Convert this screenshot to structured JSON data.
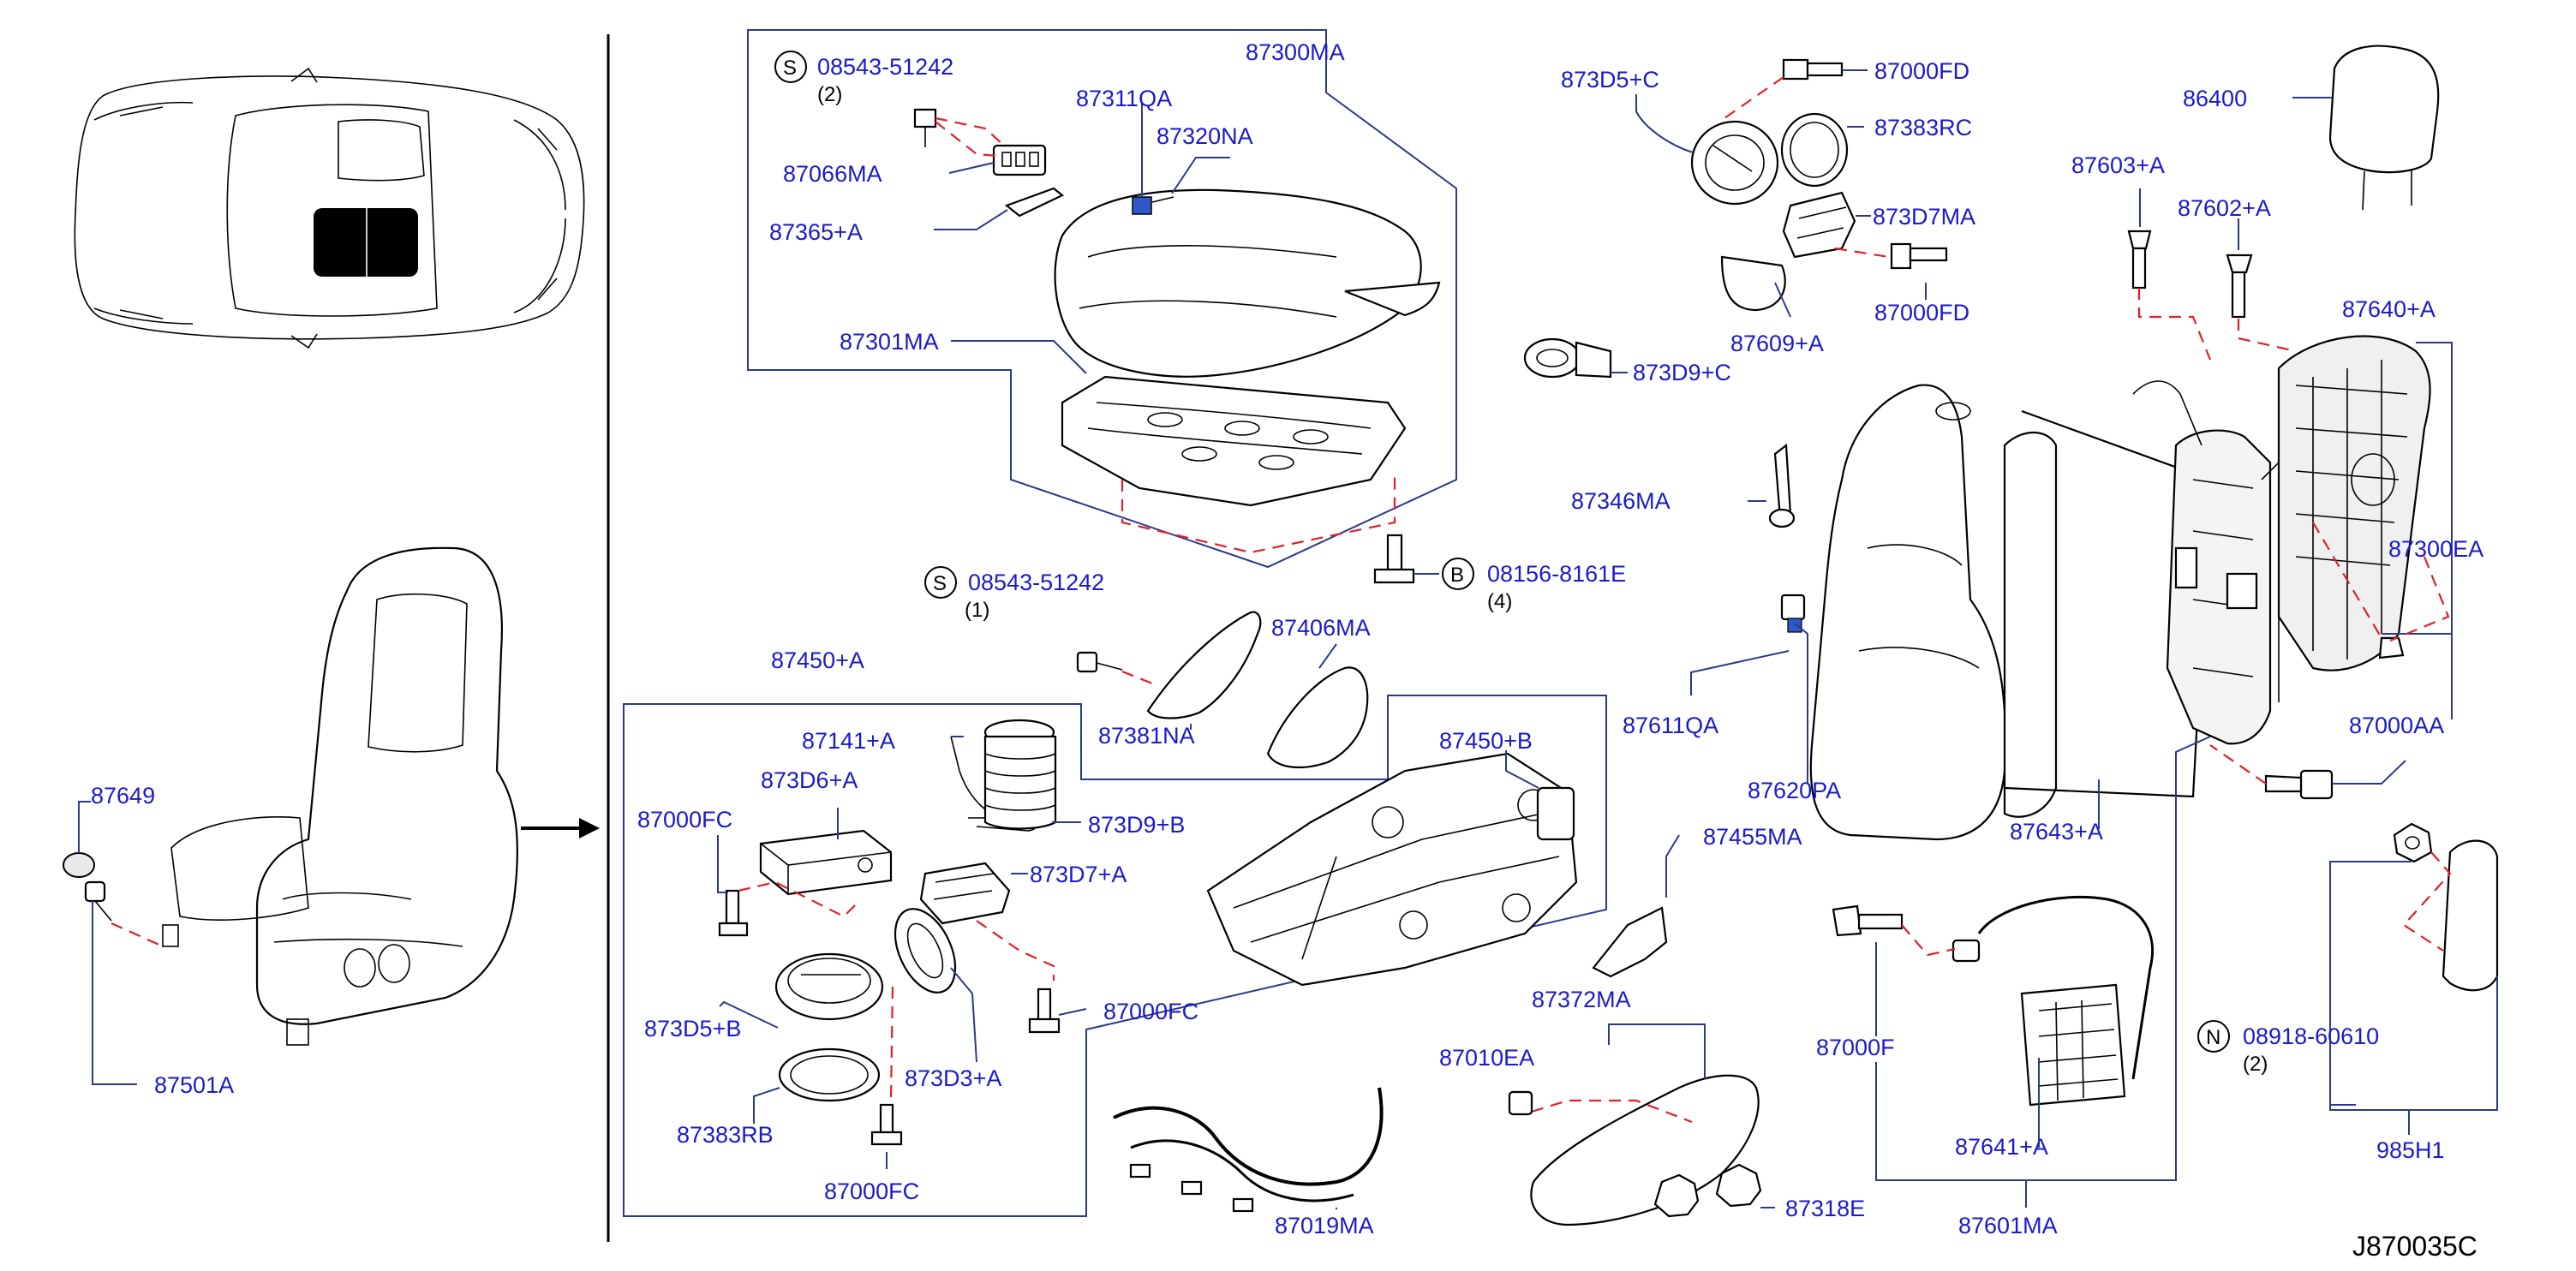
{
  "diagram": {
    "reference": "J870035C",
    "colors": {
      "label": "#1a1acc",
      "leader": "#2a3a8a",
      "dashed": "#e0202a",
      "outline": "#000000"
    },
    "labels": {
      "l87649": "87649",
      "l87501A": "87501A",
      "l08543_top": "08543-51242",
      "l08543_top_qty": "(2)",
      "l87311QA": "87311QA",
      "l87300MA": "87300MA",
      "l87320NA": "87320NA",
      "l87066MA": "87066MA",
      "l87365A": "87365+A",
      "l87301MA": "87301MA",
      "l08156": "08156-8161E",
      "l08156_qty": "(4)",
      "l08543_mid": "08543-51242",
      "l08543_mid_qty": "(1)",
      "l87406MA": "87406MA",
      "l87381NA": "87381NA",
      "l87450A": "87450+A",
      "l87141A": "87141+A",
      "l873D6A": "873D6+A",
      "l87000FC_a": "87000FC",
      "l873D9B": "873D9+B",
      "l873D7A": "873D7+A",
      "l87000FC_b": "87000FC",
      "l873D5B": "873D5+B",
      "l873D3A": "873D3+A",
      "l87383RB": "87383RB",
      "l87000FC_c": "87000FC",
      "l87450B": "87450+B",
      "l87019MA": "87019MA",
      "l873D5C": "873D5+C",
      "l87000FD_a": "87000FD",
      "l87383RC": "87383RC",
      "l873D7MA": "873D7MA",
      "l87000FD_b": "87000FD",
      "l87609A": "87609+A",
      "l873D9C": "873D9+C",
      "l87346MA": "87346MA",
      "l87611QA": "87611QA",
      "l87620PA": "87620PA",
      "l87455MA": "87455MA",
      "l87372MA": "87372MA",
      "l87010EA": "87010EA",
      "l87318E": "87318E",
      "l86400": "86400",
      "l87603A": "87603+A",
      "l87602A": "87602+A",
      "l87640A": "87640+A",
      "l87300EA": "87300EA",
      "l87000AA": "87000AA",
      "l87643A": "87643+A",
      "l87000F": "87000F",
      "l87641A": "87641+A",
      "l87601MA": "87601MA",
      "l08918": "08918-60610",
      "l08918_qty": "(2)",
      "l985H1": "985H1"
    },
    "symbols": {
      "s": "S",
      "b": "B",
      "n": "N"
    }
  }
}
